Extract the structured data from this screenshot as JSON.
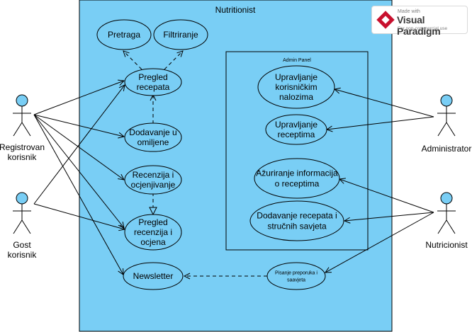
{
  "system": {
    "title": "Nutritionist",
    "panel_title": "Admin Panel",
    "fill_color": "#79cef5",
    "stroke_color": "#000000"
  },
  "actors": {
    "registered_user": [
      "Registrovan",
      "korisnik"
    ],
    "guest_user": [
      "Gost",
      "korisnik"
    ],
    "administrator": [
      "Administrator"
    ],
    "nutritionist": [
      "Nutricionist"
    ]
  },
  "use_cases": {
    "search": [
      "Pretraga"
    ],
    "filtering": [
      "Filtriranje"
    ],
    "browse_recipes": [
      "Pregled",
      "recepata"
    ],
    "add_favorites": [
      "Dodavanje u",
      "omiljene"
    ],
    "review_rating": [
      "Recenzija i",
      "ocjenjivanje"
    ],
    "browse_reviews": [
      "Pregled",
      "recenzija i",
      "ocjena"
    ],
    "newsletter": [
      "Newsletter"
    ],
    "manage_accounts": [
      "Upravljanje",
      "korisničkim",
      "nalozima"
    ],
    "manage_recipes": [
      "Upravljanje",
      "receptima"
    ],
    "update_recipe_info": [
      "Ažuriranje informacija",
      "o receptima"
    ],
    "add_recipes": [
      "Dodavanje recepata i",
      "stručnih savjeta"
    ],
    "write_recommendations": [
      "Pisanje preporuka i",
      "saavjeta"
    ]
  },
  "watermark": {
    "made_with": "Made with",
    "brand": "Visual Paradigm",
    "note": "For non-commercial use",
    "brand_color": "#c8102e"
  }
}
